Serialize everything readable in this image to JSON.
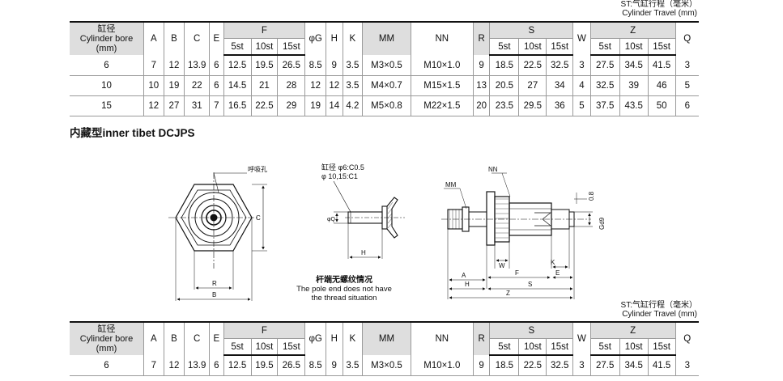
{
  "travel_note": {
    "line1": "ST:气缸行程（毫米）",
    "line2": "Cylinder Travel (mm)"
  },
  "table": {
    "bore_header": {
      "line1": "缸径",
      "line2": "Cylinder bore",
      "line3": "(mm)"
    },
    "col_A": "A",
    "col_B": "B",
    "col_C": "C",
    "col_E": "E",
    "col_F": "F",
    "col_G": "φG",
    "col_H": "H",
    "col_K": "K",
    "col_MM": "MM",
    "col_NN": "NN",
    "col_R": "R",
    "col_S": "S",
    "col_W": "W",
    "col_Z": "Z",
    "col_Q": "Q",
    "stroke_5": "5st",
    "stroke_10": "10st",
    "stroke_15": "15st",
    "rows": [
      {
        "bore": "6",
        "A": "7",
        "B": "12",
        "C": "13.9",
        "E": "6",
        "F5": "12.5",
        "F10": "19.5",
        "F15": "26.5",
        "G": "8.5",
        "H": "9",
        "K": "3.5",
        "MM": "M3×0.5",
        "NN": "M10×1.0",
        "R": "9",
        "S5": "18.5",
        "S10": "22.5",
        "S15": "32.5",
        "W": "3",
        "Z5": "27.5",
        "Z10": "34.5",
        "Z15": "41.5",
        "Q": "3"
      },
      {
        "bore": "10",
        "A": "10",
        "B": "19",
        "C": "22",
        "E": "6",
        "F5": "14.5",
        "F10": "21",
        "F15": "28",
        "G": "12",
        "H": "12",
        "K": "3.5",
        "MM": "M4×0.7",
        "NN": "M15×1.5",
        "R": "13",
        "S5": "20.5",
        "S10": "27",
        "S15": "34",
        "W": "4",
        "Z5": "32.5",
        "Z10": "39",
        "Z15": "46",
        "Q": "5"
      },
      {
        "bore": "15",
        "A": "12",
        "B": "27",
        "C": "31",
        "E": "7",
        "F5": "16.5",
        "F10": "22.5",
        "F15": "29",
        "G": "19",
        "H": "14",
        "K": "4.2",
        "MM": "M5×0.8",
        "NN": "M22×1.5",
        "R": "20",
        "S5": "23.5",
        "S10": "29.5",
        "S15": "36",
        "W": "5",
        "Z5": "37.5",
        "Z10": "43.5",
        "Z15": "50",
        "Q": "6"
      }
    ]
  },
  "section_title": "内藏型inner tibet DCJPS",
  "drawing": {
    "breather_label": "呼吸孔",
    "dim_C": "C",
    "dim_R": "R",
    "dim_B": "B",
    "rod_note1": "缸径 φ6:C0.5",
    "rod_note2": "φ 10,15:C1",
    "dim_Q": "φQ",
    "dim_H": "H",
    "dim_NN": "NN",
    "dim_MM": "MM",
    "dim_08": "0.8",
    "dim_Gd9": "Gd9",
    "dim_W": "W",
    "dim_F": "F",
    "dim_K": "K",
    "dim_A": "A",
    "dim_E": "E",
    "dim_S": "S",
    "dim_Z": "Z"
  },
  "caption": {
    "line1": "杆端无螺纹情况",
    "line2": "The pole end does not have",
    "line3": "the thread situation"
  },
  "table2": {
    "row": {
      "bore": "6",
      "A": "7",
      "B": "12",
      "C": "13.9",
      "E": "6",
      "F5": "12.5",
      "F10": "19.5",
      "F15": "26.5",
      "G": "8.5",
      "H": "9",
      "K": "3.5",
      "MM": "M3×0.5",
      "NN": "M10×1.0",
      "R": "9",
      "S5": "18.5",
      "S10": "22.5",
      "S15": "32.5",
      "W": "3",
      "Z5": "27.5",
      "Z10": "34.5",
      "Z15": "41.5",
      "Q": "3"
    }
  }
}
